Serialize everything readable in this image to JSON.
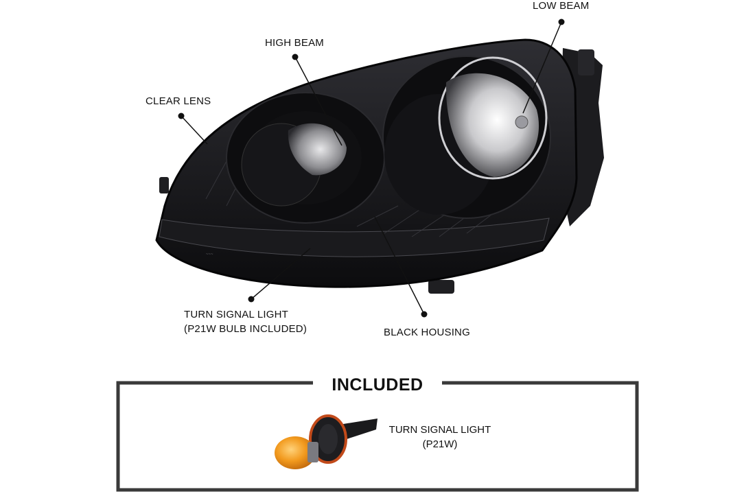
{
  "callouts": {
    "low_beam": "LOW BEAM",
    "high_beam": "HIGH BEAM",
    "clear_lens": "CLEAR LENS",
    "turn_signal_line1": "TURN SIGNAL LIGHT",
    "turn_signal_line2": "(P21W BULB INCLUDED)",
    "black_housing": "BLACK HOUSING"
  },
  "included": {
    "title": "INCLUDED",
    "item_line1": "TURN SIGNAL LIGHT",
    "item_line2": "(P21W)"
  },
  "colors": {
    "housing": "#141416",
    "box_border": "#3a3a3a",
    "bulb_amber": "#f29a1e"
  }
}
